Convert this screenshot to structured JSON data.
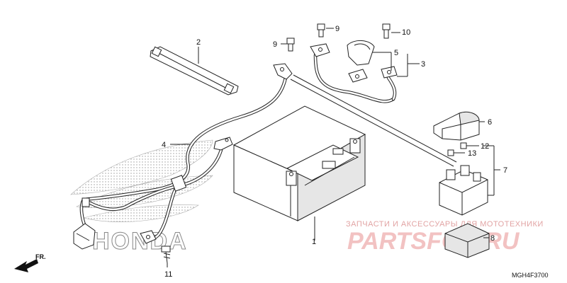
{
  "diagram_code": "MGH4F3700",
  "direction_label": "FR.",
  "brand_emblem_text": "HONDA",
  "watermark": {
    "subtitle": "ЗАПЧАСТИ И АКСЕССУАРЫ ДЛЯ МОТОТЕХНИКИ",
    "brand": "PARTSFOR.RU"
  },
  "callouts": [
    {
      "id": "1",
      "part": "battery"
    },
    {
      "id": "2",
      "part": "battery-band"
    },
    {
      "id": "3",
      "part": "starter-cable"
    },
    {
      "id": "4",
      "part": "negative-battery-cable"
    },
    {
      "id": "5",
      "part": "terminal-cover"
    },
    {
      "id": "6",
      "part": "relay-cover"
    },
    {
      "id": "7",
      "part": "starter-relay"
    },
    {
      "id": "8",
      "part": "fuse-box"
    },
    {
      "id": "9",
      "part": "terminal-bolt"
    },
    {
      "id": "10",
      "part": "flange-bolt"
    },
    {
      "id": "11",
      "part": "ground-bolt"
    },
    {
      "id": "12",
      "part": "fuse-small"
    },
    {
      "id": "13",
      "part": "fuse-spare"
    }
  ]
}
